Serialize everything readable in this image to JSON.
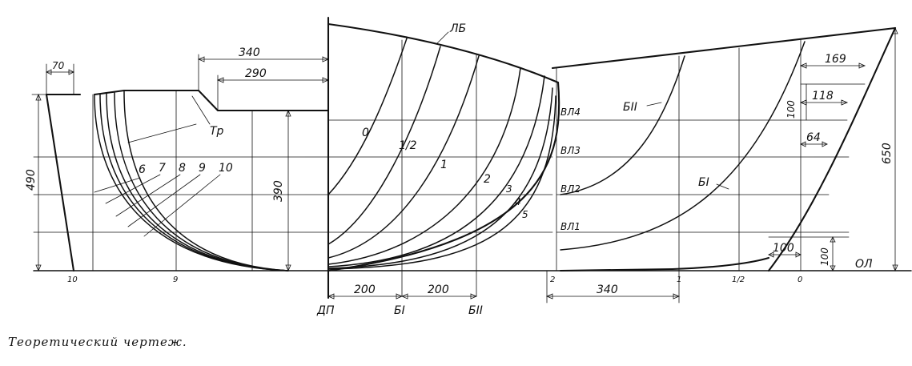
{
  "caption": "Теоретический чертеж.",
  "dimensions": {
    "stern_top": "70",
    "stern_height": "490",
    "transom_340": "340",
    "transom_290": "290",
    "height_390": "390",
    "half_200_a": "200",
    "half_200_b": "200",
    "profile_340": "340",
    "total_height": "650",
    "bow_169": "169",
    "bow_118": "118",
    "bow_100_top": "100",
    "bow_64": "64",
    "bow_100_h": "100",
    "bow_100_v": "100"
  },
  "labels": {
    "sheer": "ЛБ",
    "transom": "Тр",
    "centerplane": "ДП",
    "buttock_1": "БI",
    "buttock_2": "БII",
    "buttock_1_profile": "БI",
    "buttock_2_profile": "БII",
    "baseline": "ОЛ",
    "wl1": "ВЛ1",
    "wl2": "ВЛ2",
    "wl3": "ВЛ3",
    "wl4": "ВЛ4"
  },
  "stations_body": [
    "0",
    "1/2",
    "1",
    "2",
    "3",
    "4",
    "5",
    "6",
    "7",
    "8",
    "9",
    "10"
  ],
  "stations_base": [
    "10",
    "9",
    "2",
    "1",
    "1/2",
    "0"
  ]
}
